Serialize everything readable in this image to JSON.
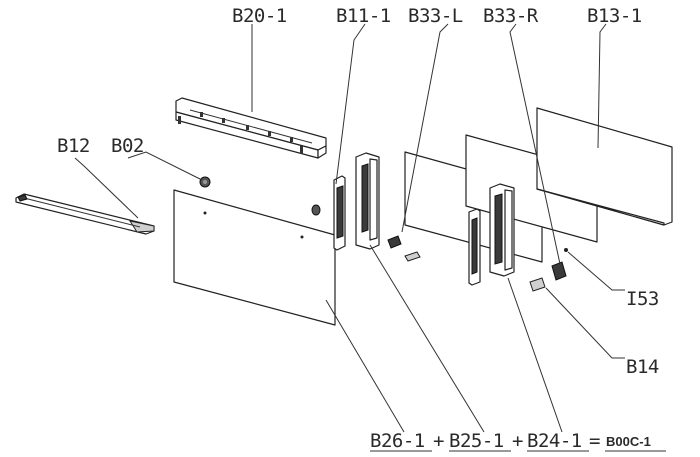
{
  "labels": {
    "b20_1": "B20-1",
    "b11_1": "B11-1",
    "b33_l": "B33-L",
    "b33_r": "B33-R",
    "b13_1": "B13-1",
    "b12": "B12",
    "b02": "B02",
    "i53": "I53",
    "b14": "B14"
  },
  "assembly_formula": {
    "b26_1": "B26-1",
    "plus1": "+",
    "b25_1": "B25-1",
    "plus2": "+",
    "b24_1": "B24-1",
    "equals": "=",
    "result": "B00C-1"
  }
}
